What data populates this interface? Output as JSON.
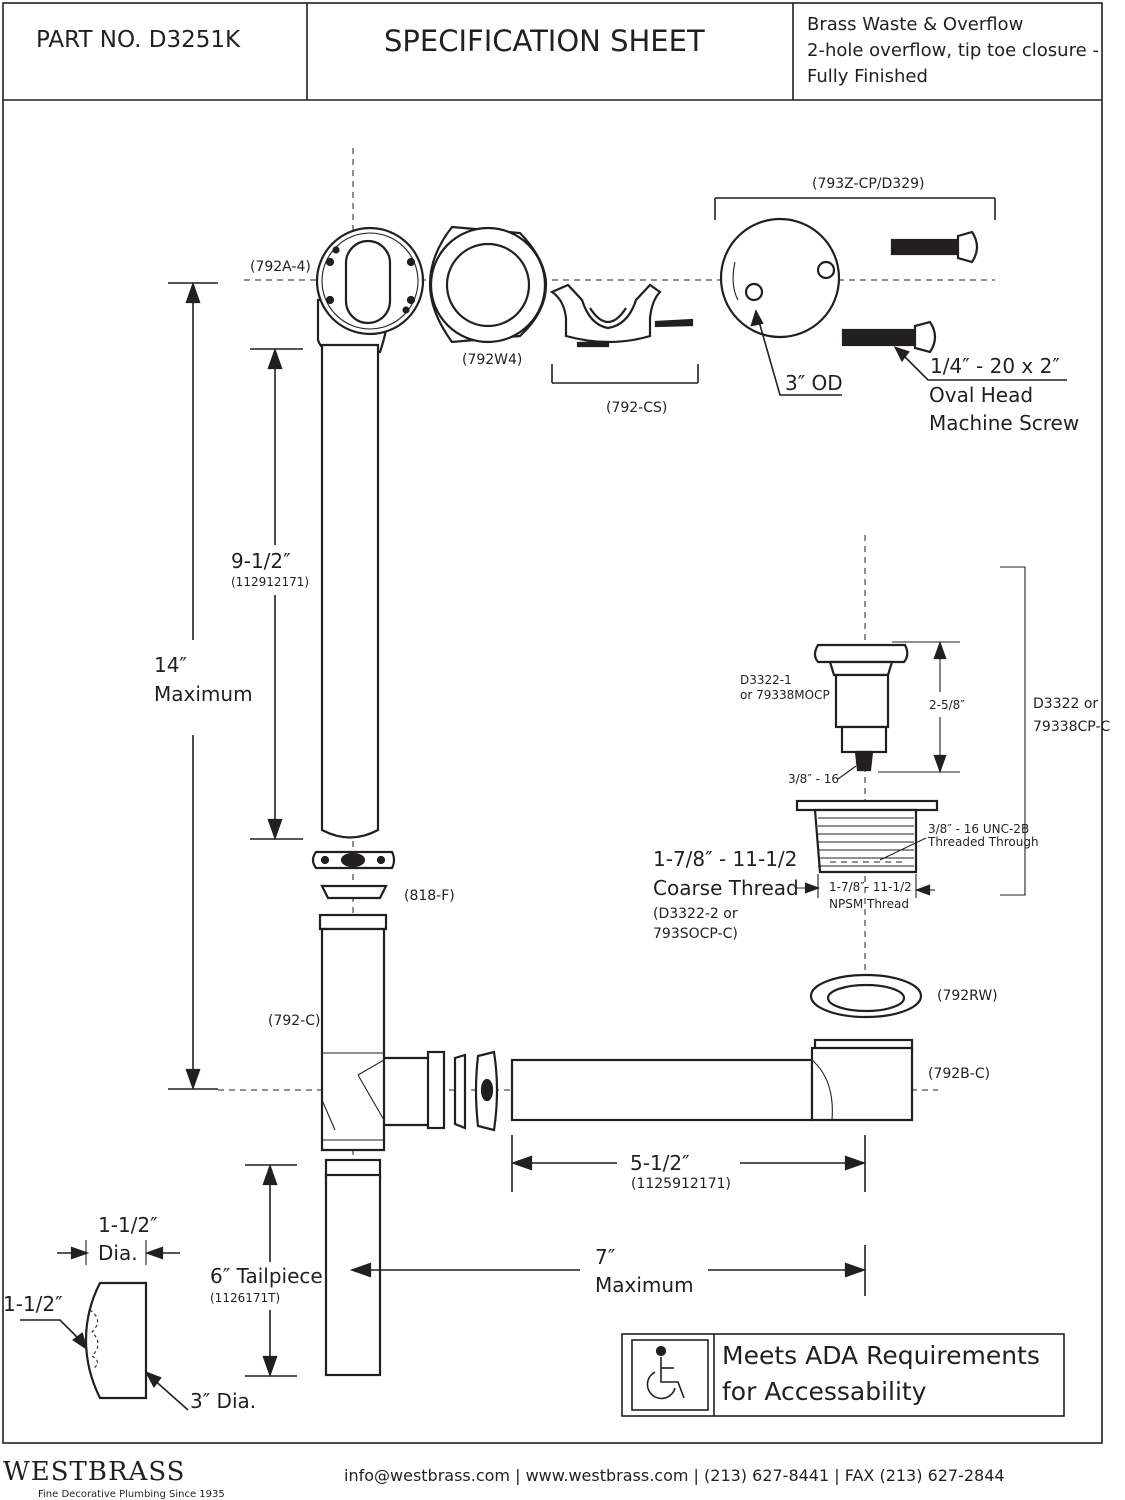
{
  "header": {
    "part_no": "PART NO.   D3251K",
    "title": "SPECIFICATION SHEET",
    "desc_line1": "Brass Waste & Overflow",
    "desc_line2": "2-hole overflow, tip toe closure -",
    "desc_line3": "Fully Finished"
  },
  "labels": {
    "p792a4": "(792A-4)",
    "p792w4": "(792W4)",
    "p792cs": "(792-CS)",
    "p793z": "(793Z-CP/D329)",
    "od3": "3″ OD",
    "screw1": "1/4″ - 20 x 2″",
    "screw2": "Oval Head",
    "screw3": "Machine Screw",
    "d95": "9-1/2″",
    "d95_part": "(112912171)",
    "d14": "14″",
    "d14_max": "Maximum",
    "d3322_1a": "D3322-1",
    "d3322_1b": "or 79338MOCP",
    "d258": "2-5/8″",
    "d3322a": "D3322 or",
    "d3322b": "79338CP-C",
    "t3816": "3/8″ - 16",
    "unc1": "3/8″ - 16 UNC-2B",
    "unc2": "Threaded Through",
    "coarse1": "1-7/8″ - 11-1/2",
    "coarse2": "Coarse Thread",
    "coarse3": "(D3322-2 or",
    "coarse4": "793SOCP-C)",
    "npsm1": "1-7/8″- 11-1/2",
    "npsm2": "NPSM Thread",
    "p818f": "(818-F)",
    "p792rw": "(792RW)",
    "p792c": "(792-C)",
    "p792bc": "(792B-C)",
    "d512": "5-1/2″",
    "d512_part": "(1125912171)",
    "tail1": "6″ Tailpiece",
    "tail2": "(1126171T)",
    "d7": "7″",
    "d7_max": "Maximum",
    "dia112a": "1-1/2″",
    "dia112b": "Dia.",
    "side112": "1-1/2″",
    "dia3": "3″ Dia."
  },
  "ada": {
    "line1": "Meets  ADA Requirements",
    "line2": "for Accessability",
    "icon": "wheelchair-icon"
  },
  "footer": {
    "brand": "WESTBRASS",
    "tagline": "Fine Decorative Plumbing Since 1935",
    "contact": "info@westbrass.com  |  www.westbrass.com     |    (213) 627-8441    |    FAX (213) 627-2844"
  }
}
